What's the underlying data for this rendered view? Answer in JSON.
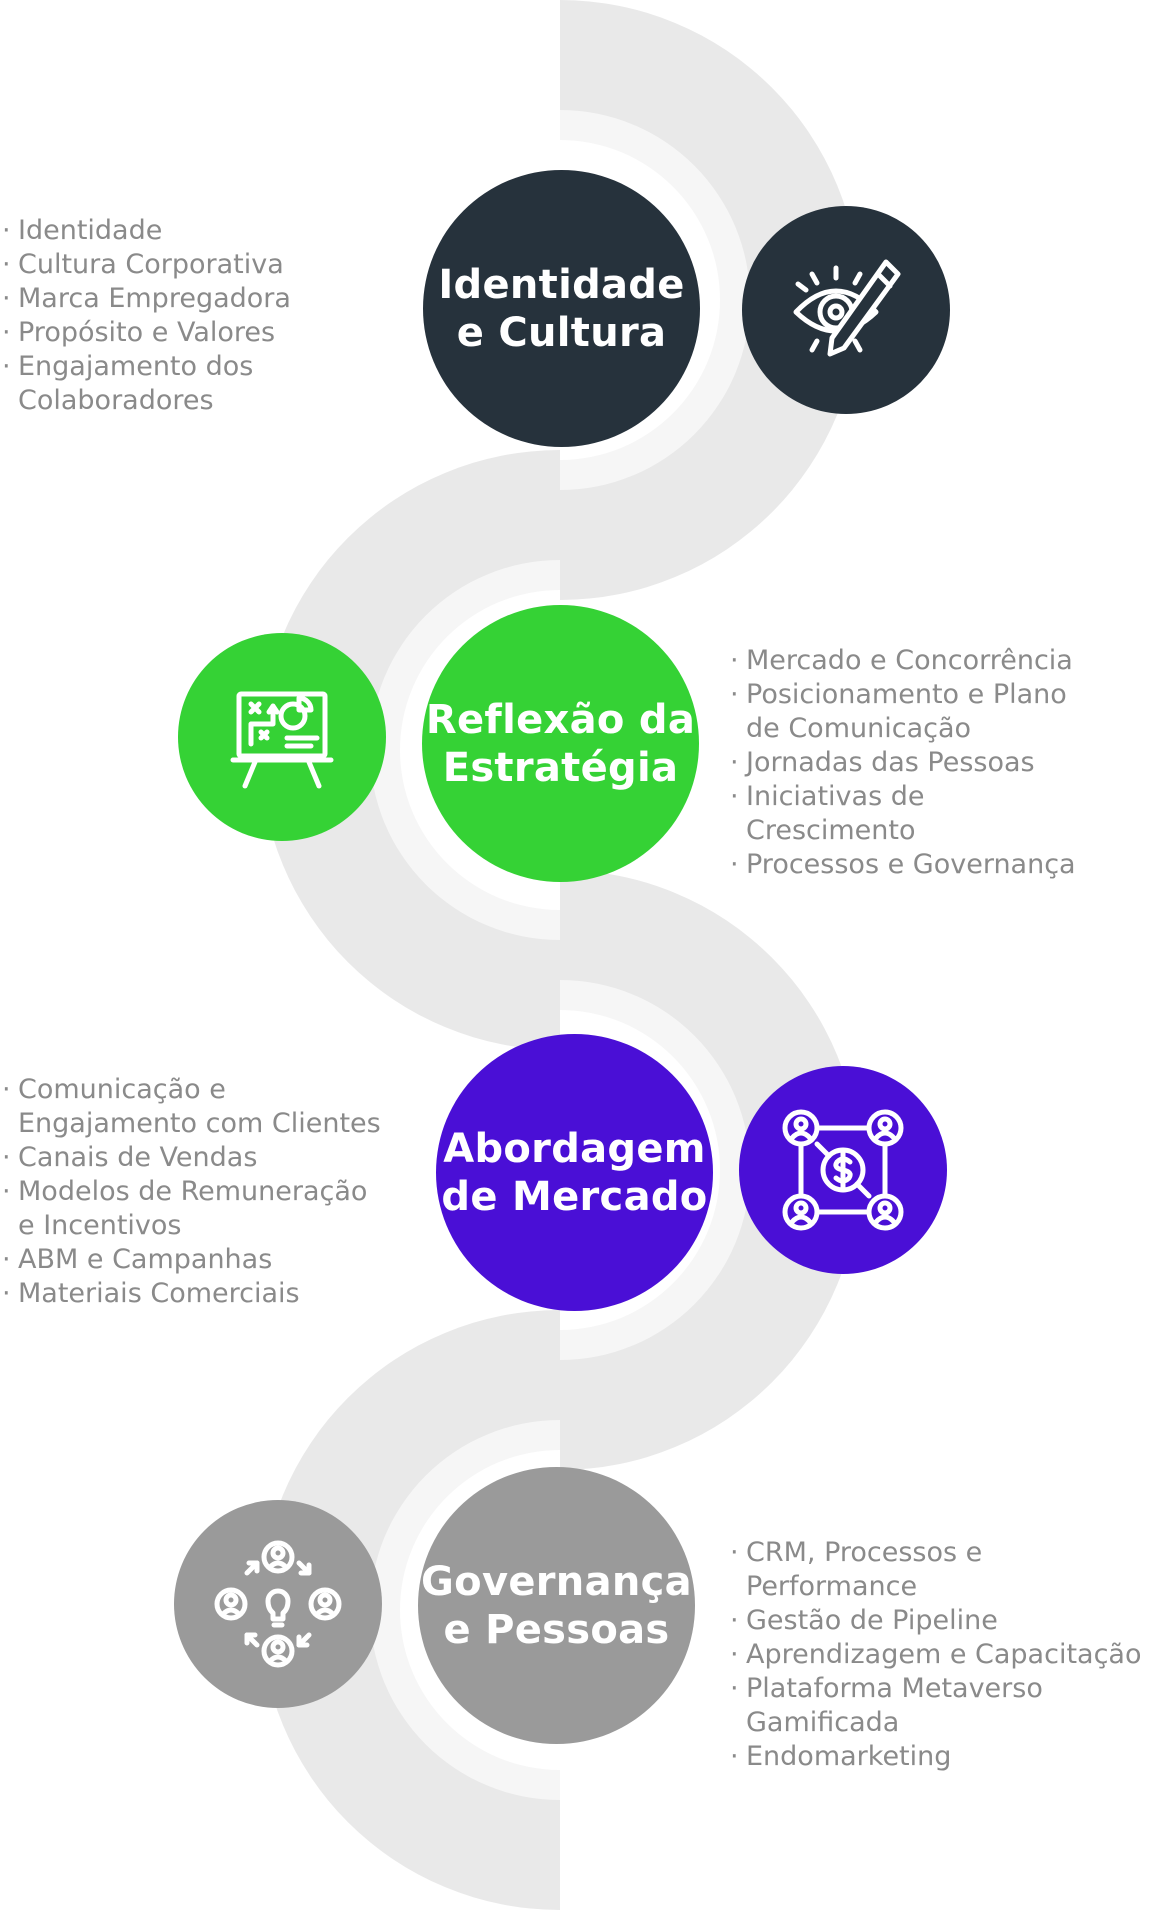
{
  "colors": {
    "dark": "#26323c",
    "green": "#35d235",
    "purple": "#4a0fd6",
    "gray": "#9a9a9a",
    "band_outer": "#e9e9e9",
    "band_inner": "#f6f6f6",
    "text": "#8a8a8a"
  },
  "stages": [
    {
      "title_line1": "Identidade",
      "title_line2": "e Cultura",
      "icon": "eye-pencil-icon",
      "items": [
        "Identidade",
        "Cultura Corporativa",
        "Marca Empregadora",
        "Propósito e Valores",
        "Engajamento dos",
        "Colaboradores"
      ]
    },
    {
      "title_line1": "Reflexão da",
      "title_line2": "Estratégia",
      "icon": "strategy-board-icon",
      "items": [
        "Mercado e Concorrência",
        "Posicionamento e Plano",
        "de Comunicação",
        "Jornadas das Pessoas",
        "Iniciativas de",
        "Crescimento",
        "Processos e Governança"
      ]
    },
    {
      "title_line1": "Abordagem",
      "title_line2": "de Mercado",
      "icon": "network-money-icon",
      "items": [
        "Comunicação e",
        "Engajamento com Clientes",
        "Canais de Vendas",
        "Modelos de Remuneração",
        "e Incentivos",
        "ABM e Campanhas",
        "Materiais Comerciais"
      ]
    },
    {
      "title_line1": "Governança",
      "title_line2": "e Pessoas",
      "icon": "people-idea-cycle-icon",
      "items": [
        "CRM, Processos e",
        "Performance",
        "Gestão de Pipeline",
        "Aprendizagem e Capacitação",
        "Plataforma Metaverso",
        "Gamificada",
        "Endomarketing"
      ]
    }
  ]
}
